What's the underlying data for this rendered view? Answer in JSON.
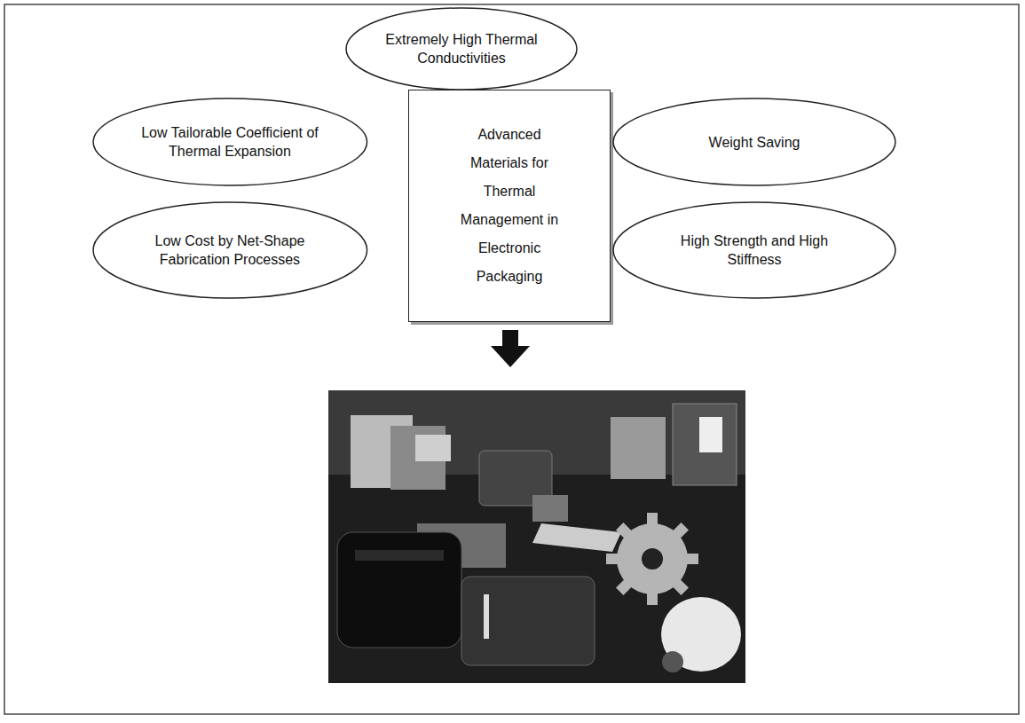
{
  "diagram": {
    "nodes": [
      {
        "text": [
          "Extremely High Thermal Conductivities"
        ]
      },
      {
        "text": [
          "Low Tailorable Coefficient of Thermal Expansion"
        ]
      },
      {
        "text": [
          "Weight Saving"
        ]
      },
      {
        "text": [
          "Advanced Materials for Thermal Management in Electronic Packaging"
        ]
      },
      {
        "text": [
          "Low Cost by Net-Shape Fabrication Processes"
        ]
      },
      {
        "text": [
          "High Strength and High Stiffness"
        ]
      }
    ]
  }
}
